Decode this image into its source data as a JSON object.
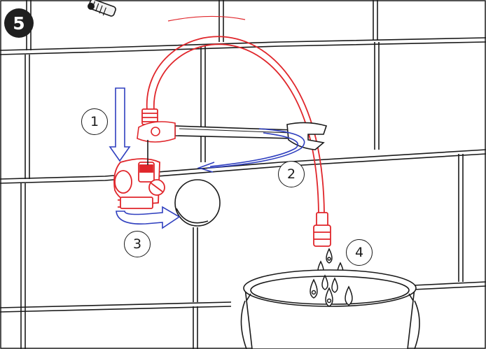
{
  "step": {
    "number": "5"
  },
  "callouts": [
    "1",
    "2",
    "3",
    "4"
  ],
  "colors": {
    "hose": "#e0262b",
    "arrows": "#2f3fbf",
    "lines": "#1a1a1a"
  }
}
